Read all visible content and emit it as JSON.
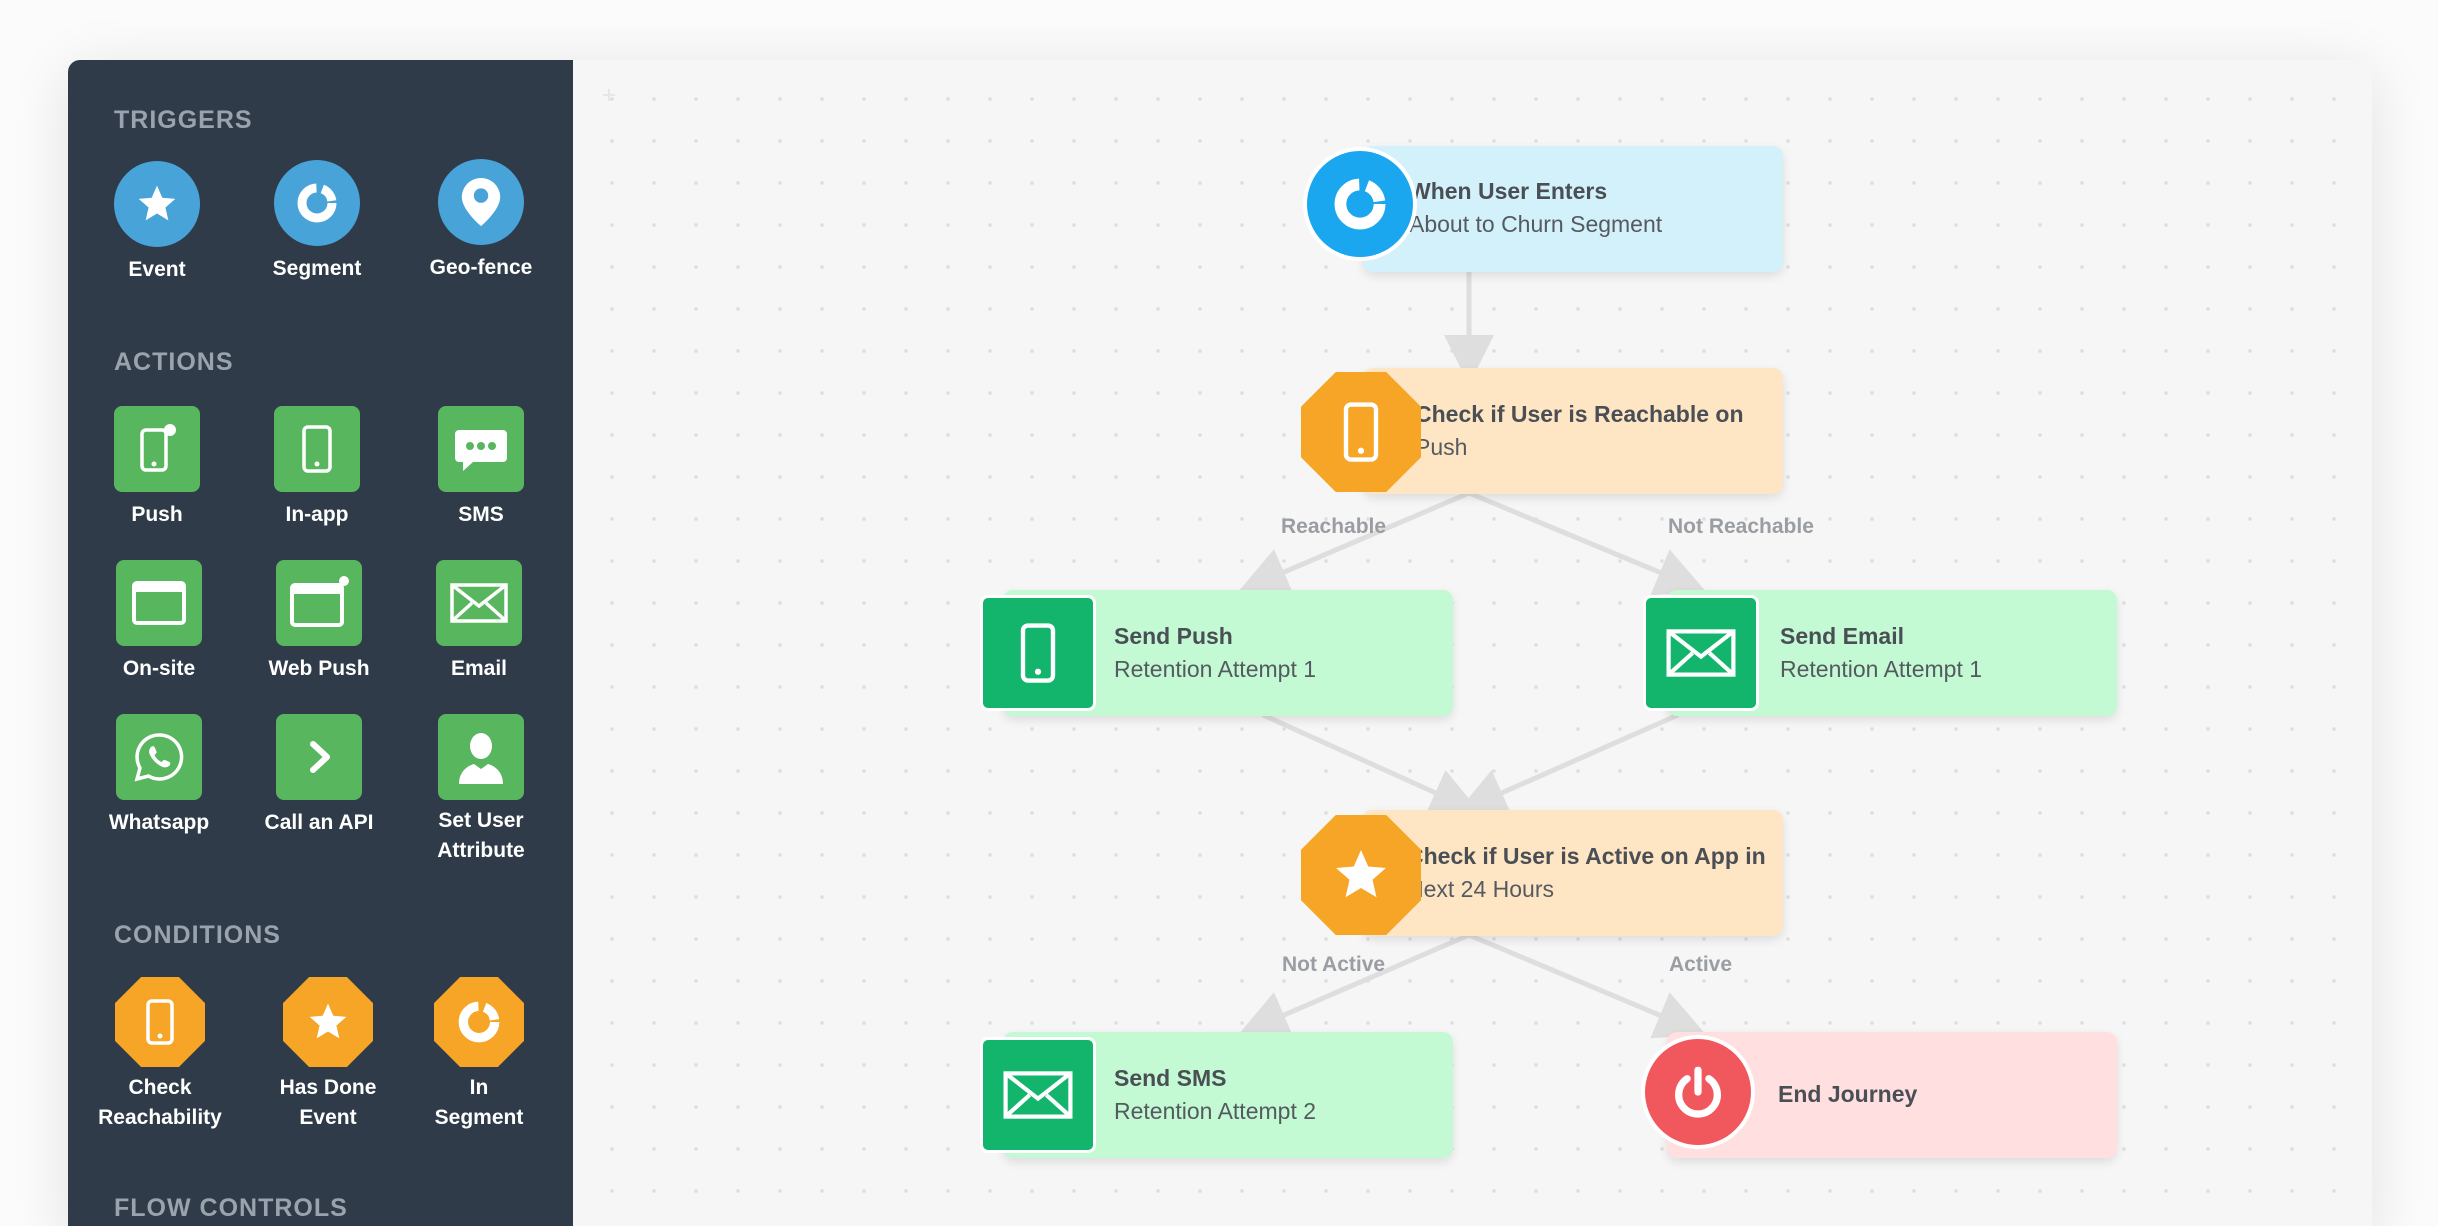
{
  "colors": {
    "sidebar_bg": "#2f3b48",
    "trigger_blue": "#48a3d9",
    "action_green": "#58b65f",
    "condition_orange": "#f7a526",
    "node_blue": "#d3f1fb",
    "node_orange": "#fee5c4",
    "node_green": "#c3fad3",
    "node_red": "#ffdfdf",
    "end_red": "#f0585e",
    "push_green": "#13b46c"
  },
  "sidebar": {
    "triggers_title": "TRIGGERS",
    "triggers": [
      {
        "label": "Event",
        "icon": "star-icon"
      },
      {
        "label": "Segment",
        "icon": "segment-icon"
      },
      {
        "label": "Geo-fence",
        "icon": "map-pin-icon"
      }
    ],
    "actions_title": "ACTIONS",
    "actions": [
      {
        "label": "Push",
        "icon": "mobile-push-icon"
      },
      {
        "label": "In-app",
        "icon": "mobile-icon"
      },
      {
        "label": "SMS",
        "icon": "chat-bubble-icon"
      },
      {
        "label": "On-site",
        "icon": "browser-icon"
      },
      {
        "label": "Web Push",
        "icon": "browser-push-icon"
      },
      {
        "label": "Email",
        "icon": "envelope-icon"
      },
      {
        "label": "Whatsapp",
        "icon": "whatsapp-icon"
      },
      {
        "label": "Call an API",
        "icon": "chevron-right-icon"
      },
      {
        "label_line1": "Set User",
        "label_line2": "Attribute",
        "icon": "user-icon"
      }
    ],
    "conditions_title": "CONDITIONS",
    "conditions": [
      {
        "label_line1": "Check",
        "label_line2": "Reachability",
        "icon": "mobile-icon"
      },
      {
        "label_line1": "Has Done",
        "label_line2": "Event",
        "icon": "star-icon"
      },
      {
        "label_line1": "In",
        "label_line2": "Segment",
        "icon": "segment-icon"
      }
    ],
    "flow_controls_title": "FLOW CONTROLS"
  },
  "flow": {
    "start": {
      "title": "When User Enters",
      "subtitle": "About to Churn Segment"
    },
    "check_reachable": {
      "title": "Check if User is Reachable on",
      "subtitle": "Push"
    },
    "branch_reachable": "Reachable",
    "branch_not_reachable": "Not Reachable",
    "send_push": {
      "title": "Send Push",
      "subtitle": "Retention Attempt 1"
    },
    "send_email": {
      "title": "Send Email",
      "subtitle": "Retention Attempt 1"
    },
    "check_active": {
      "title": "Check if User is Active on App in",
      "subtitle": "Next 24 Hours"
    },
    "branch_not_active": "Not Active",
    "branch_active": "Active",
    "send_sms": {
      "title": "Send SMS",
      "subtitle": "Retention Attempt 2"
    },
    "end": {
      "title": "End Journey"
    }
  }
}
